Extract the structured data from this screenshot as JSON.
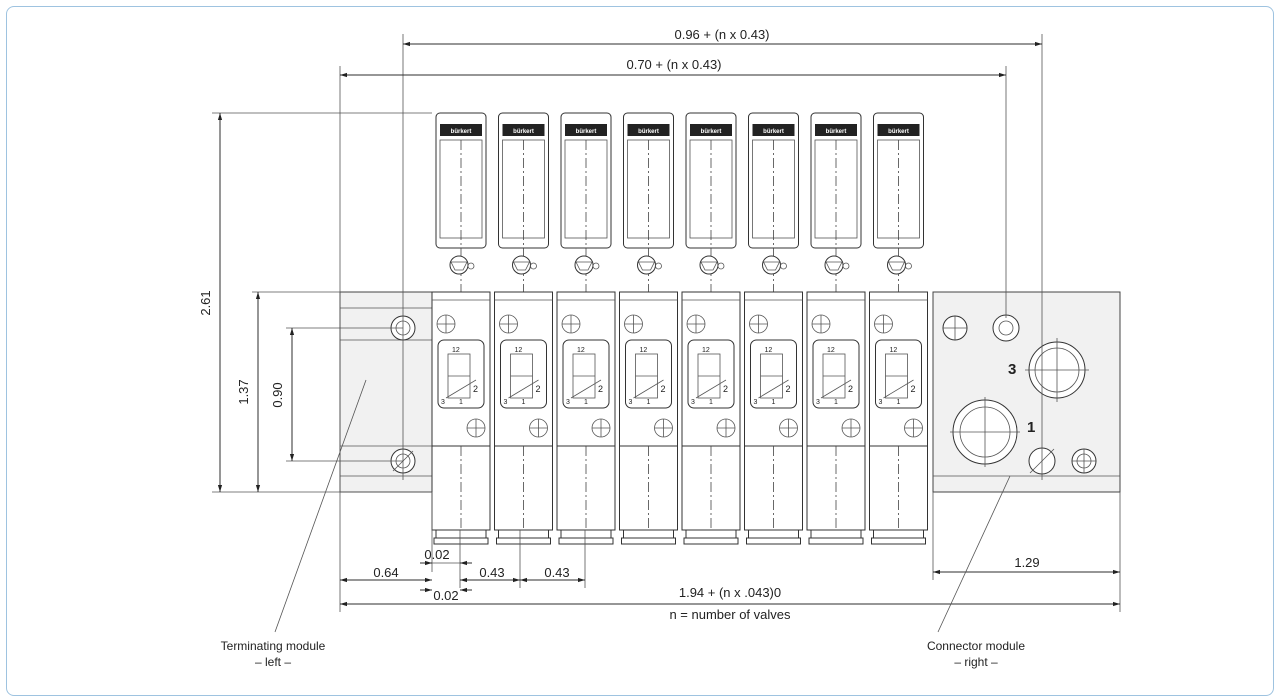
{
  "dimensions": {
    "overall_top": "0.96 + (n x 0.43)",
    "second_top": "0.70 + (n x 0.43)",
    "height_total": "2.61",
    "height_mid": "1.37",
    "height_inner": "0.90",
    "offset_a": "0.02",
    "offset_b": "0.02",
    "left_spacing": "0.64",
    "pitch_1": "0.43",
    "pitch_2": "0.43",
    "overall_bottom": "1.94 + (n x .043)0",
    "right_module_width": "1.29",
    "note": "n = number of valves"
  },
  "ports": {
    "port_3": "3",
    "port_1": "1"
  },
  "valve_count": 8,
  "valve_labels": {
    "logo": "bürkert",
    "port_12": "12",
    "port_2": "2",
    "port_3": "3",
    "port_1": "1"
  },
  "labels": {
    "left_module_line1": "Terminating module",
    "left_module_line2": "– left –",
    "right_module_line1": "Connector module",
    "right_module_line2": "– right –"
  }
}
